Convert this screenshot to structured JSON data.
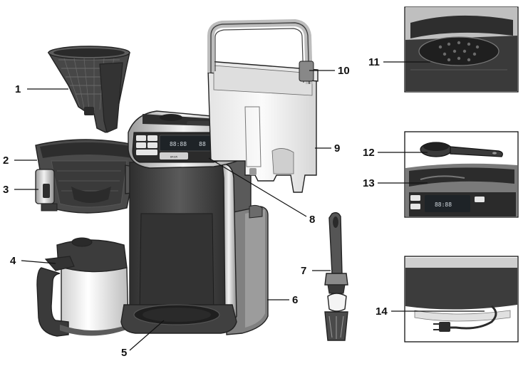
{
  "callouts": [
    {
      "id": "c1",
      "number": "1"
    },
    {
      "id": "c2",
      "number": "2"
    },
    {
      "id": "c3",
      "number": "3"
    },
    {
      "id": "c4",
      "number": "4"
    },
    {
      "id": "c5",
      "number": "5"
    },
    {
      "id": "c6",
      "number": "6"
    },
    {
      "id": "c7",
      "number": "7"
    },
    {
      "id": "c8",
      "number": "8"
    },
    {
      "id": "c9",
      "number": "9"
    },
    {
      "id": "c10",
      "number": "10"
    },
    {
      "id": "c11",
      "number": "11"
    },
    {
      "id": "c12",
      "number": "12"
    },
    {
      "id": "c13",
      "number": "13"
    },
    {
      "id": "c14",
      "number": "14"
    }
  ],
  "panel": {
    "display_main": "88:88",
    "display_small": "88",
    "brew_label": "BREW"
  },
  "colors": {
    "body_dark": "#3d3d3d",
    "body_mid": "#6b6b6b",
    "body_light": "#a9a9a9",
    "steel": "#d8d8d8",
    "reservoir": "#f1f1f1",
    "display": "#1e2327"
  }
}
